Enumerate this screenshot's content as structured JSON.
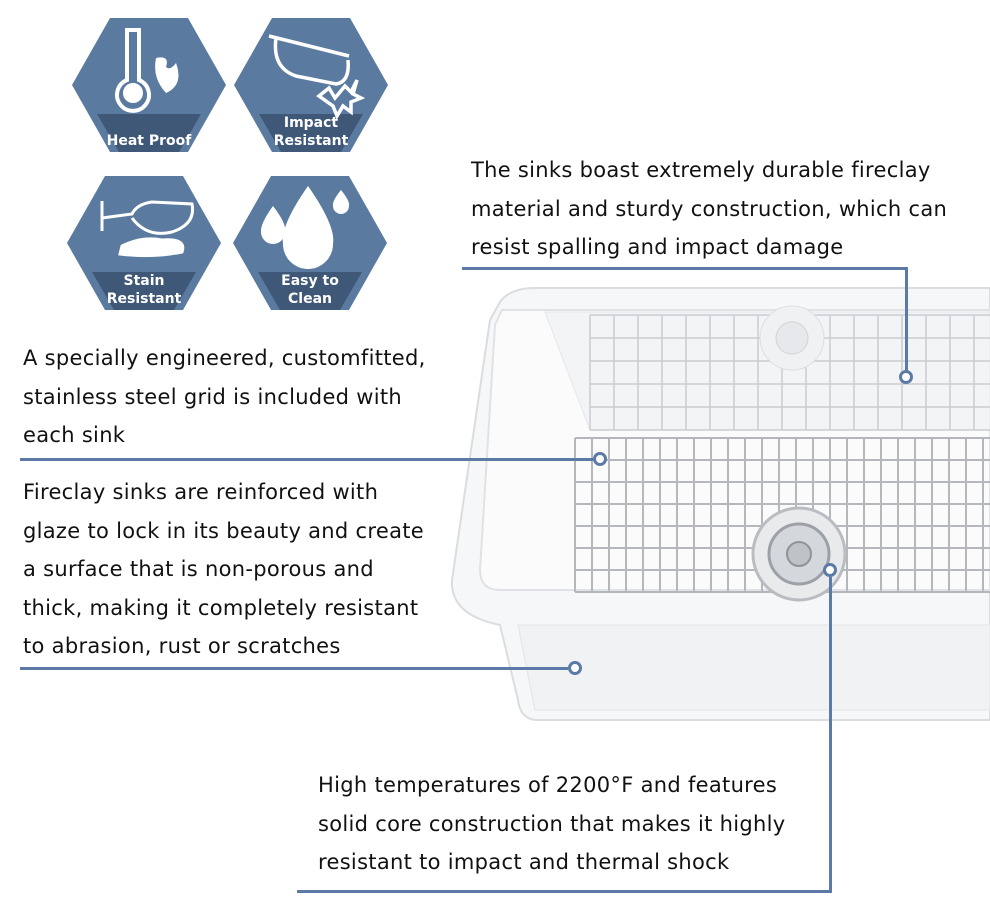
{
  "badges": [
    {
      "label_lines": [
        "Heat Proof"
      ],
      "icon": "thermometer-flame-icon"
    },
    {
      "label_lines": [
        "Impact",
        "Resistant"
      ],
      "icon": "pot-impact-icon"
    },
    {
      "label_lines": [
        "Stain",
        "Resistant"
      ],
      "icon": "spilled-glass-icon"
    },
    {
      "label_lines": [
        "Easy to",
        "Clean"
      ],
      "icon": "water-drops-icon"
    }
  ],
  "callouts": {
    "durable": [
      "The sinks boast extremely durable fireclay",
      "material and sturdy construction, which can",
      "resist spalling and impact damage"
    ],
    "grid": [
      "A specially engineered, customfitted,",
      "stainless steel grid is included with",
      "each sink"
    ],
    "glaze": [
      "Fireclay sinks are reinforced with",
      "glaze to lock in its beauty and create",
      "a surface that is non-porous and",
      "thick, making it completely resistant",
      "to abrasion, rust or scratches"
    ],
    "temperature": [
      "High temperatures of 2200°F and features",
      "solid core construction that makes it highly",
      "resistant to impact and thermal shock"
    ]
  },
  "colors": {
    "badge": "#5a7aa0",
    "badge_band": "#3f5878",
    "leader_line": "#5b7aa5"
  }
}
